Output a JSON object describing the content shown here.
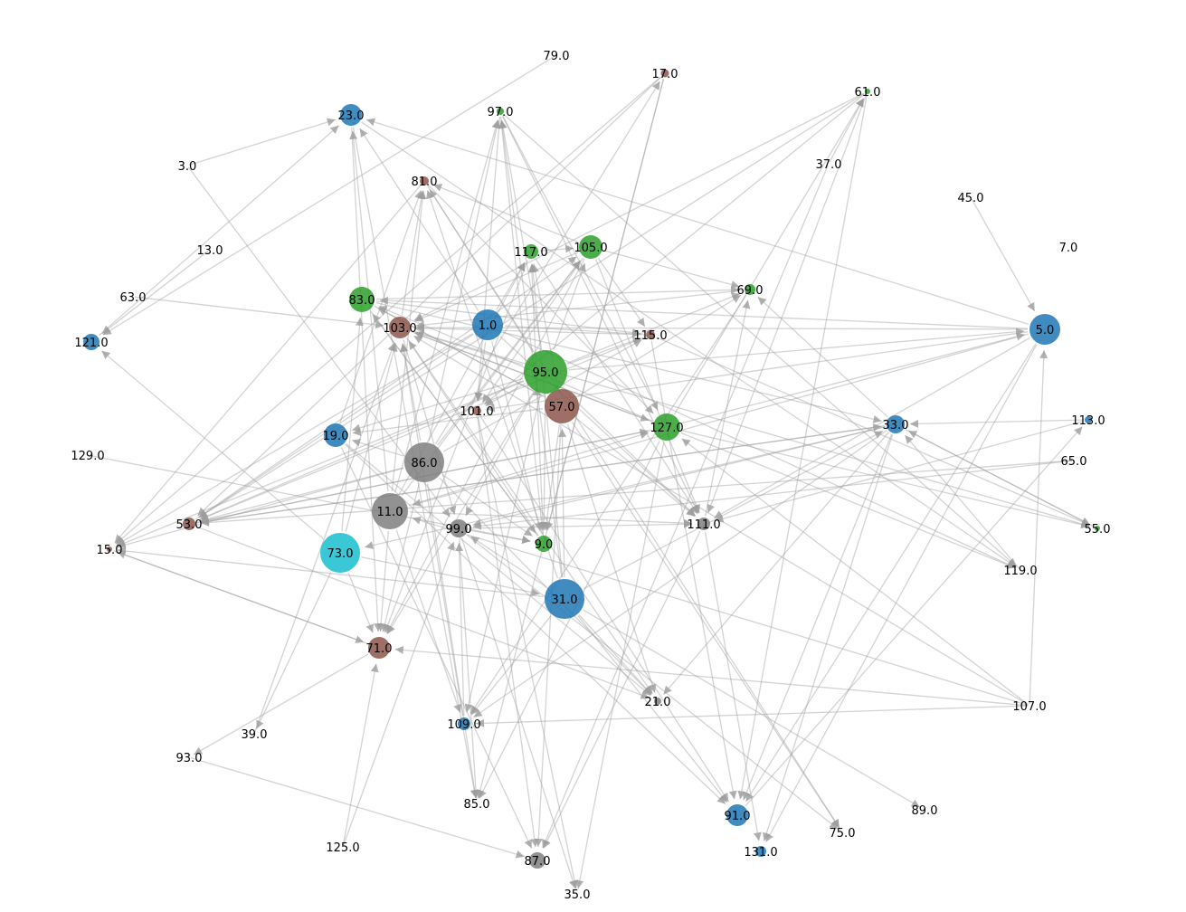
{
  "colors": {
    "blue": "#1f77b4",
    "green": "#2ca02c",
    "brown": "#8c564b",
    "gray": "#7f7f7f",
    "cyan": "#17becf",
    "edge": "#9e9e9e"
  },
  "nodes": [
    {
      "id": "1.0",
      "color": "blue",
      "size": 34
    },
    {
      "id": "3.0",
      "color": "none",
      "size": 0
    },
    {
      "id": "5.0",
      "color": "blue",
      "size": 34
    },
    {
      "id": "7.0",
      "color": "none",
      "size": 0
    },
    {
      "id": "9.0",
      "color": "green",
      "size": 18
    },
    {
      "id": "11.0",
      "color": "gray",
      "size": 40
    },
    {
      "id": "13.0",
      "color": "none",
      "size": 0
    },
    {
      "id": "15.0",
      "color": "brown",
      "size": 6
    },
    {
      "id": "17.0",
      "color": "brown",
      "size": 9
    },
    {
      "id": "19.0",
      "color": "blue",
      "size": 26
    },
    {
      "id": "21.0",
      "color": "gray",
      "size": 8
    },
    {
      "id": "23.0",
      "color": "blue",
      "size": 24
    },
    {
      "id": "31.0",
      "color": "blue",
      "size": 44
    },
    {
      "id": "33.0",
      "color": "blue",
      "size": 20
    },
    {
      "id": "35.0",
      "color": "none",
      "size": 0
    },
    {
      "id": "37.0",
      "color": "none",
      "size": 0
    },
    {
      "id": "39.0",
      "color": "none",
      "size": 0
    },
    {
      "id": "45.0",
      "color": "none",
      "size": 0
    },
    {
      "id": "53.0",
      "color": "brown",
      "size": 14
    },
    {
      "id": "55.0",
      "color": "green",
      "size": 6
    },
    {
      "id": "57.0",
      "color": "brown",
      "size": 38
    },
    {
      "id": "61.0",
      "color": "green",
      "size": 6
    },
    {
      "id": "63.0",
      "color": "none",
      "size": 0
    },
    {
      "id": "65.0",
      "color": "none",
      "size": 0
    },
    {
      "id": "69.0",
      "color": "green",
      "size": 12
    },
    {
      "id": "71.0",
      "color": "brown",
      "size": 24
    },
    {
      "id": "73.0",
      "color": "cyan",
      "size": 44
    },
    {
      "id": "75.0",
      "color": "none",
      "size": 0
    },
    {
      "id": "79.0",
      "color": "none",
      "size": 0
    },
    {
      "id": "81.0",
      "color": "brown",
      "size": 10
    },
    {
      "id": "83.0",
      "color": "green",
      "size": 28
    },
    {
      "id": "85.0",
      "color": "none",
      "size": 0
    },
    {
      "id": "86.0",
      "color": "gray",
      "size": 44
    },
    {
      "id": "87.0",
      "color": "gray",
      "size": 18
    },
    {
      "id": "89.0",
      "color": "none",
      "size": 0
    },
    {
      "id": "91.0",
      "color": "blue",
      "size": 24
    },
    {
      "id": "93.0",
      "color": "none",
      "size": 0
    },
    {
      "id": "95.0",
      "color": "green",
      "size": 48
    },
    {
      "id": "97.0",
      "color": "green",
      "size": 8
    },
    {
      "id": "99.0",
      "color": "gray",
      "size": 20
    },
    {
      "id": "101.0",
      "color": "brown",
      "size": 10
    },
    {
      "id": "103.0",
      "color": "brown",
      "size": 24
    },
    {
      "id": "105.0",
      "color": "green",
      "size": 26
    },
    {
      "id": "107.0",
      "color": "none",
      "size": 0
    },
    {
      "id": "109.0",
      "color": "blue",
      "size": 14
    },
    {
      "id": "111.0",
      "color": "gray",
      "size": 14
    },
    {
      "id": "113.0",
      "color": "blue",
      "size": 8
    },
    {
      "id": "115.0",
      "color": "brown",
      "size": 10
    },
    {
      "id": "117.0",
      "color": "green",
      "size": 16
    },
    {
      "id": "119.0",
      "color": "none",
      "size": 0
    },
    {
      "id": "121.0",
      "color": "blue",
      "size": 18
    },
    {
      "id": "125.0",
      "color": "none",
      "size": 0
    },
    {
      "id": "127.0",
      "color": "green",
      "size": 30
    },
    {
      "id": "129.0",
      "color": "none",
      "size": 0
    },
    {
      "id": "131.0",
      "color": "blue",
      "size": 12
    }
  ],
  "edges": [
    [
      "3.0",
      "23.0"
    ],
    [
      "3.0",
      "99.0"
    ],
    [
      "13.0",
      "121.0"
    ],
    [
      "63.0",
      "103.0"
    ],
    [
      "79.0",
      "121.0"
    ],
    [
      "45.0",
      "5.0"
    ],
    [
      "73.0",
      "121.0"
    ],
    [
      "73.0",
      "39.0"
    ],
    [
      "73.0",
      "31.0"
    ],
    [
      "73.0",
      "103.0"
    ],
    [
      "73.0",
      "83.0"
    ],
    [
      "73.0",
      "71.0"
    ],
    [
      "11.0",
      "81.0"
    ],
    [
      "11.0",
      "105.0"
    ],
    [
      "11.0",
      "127.0"
    ],
    [
      "11.0",
      "71.0"
    ],
    [
      "11.0",
      "109.0"
    ],
    [
      "11.0",
      "23.0"
    ],
    [
      "11.0",
      "111.0"
    ],
    [
      "11.0",
      "117.0"
    ],
    [
      "11.0",
      "97.0"
    ],
    [
      "86.0",
      "53.0"
    ],
    [
      "86.0",
      "15.0"
    ],
    [
      "86.0",
      "103.0"
    ],
    [
      "86.0",
      "97.0"
    ],
    [
      "86.0",
      "17.0"
    ],
    [
      "86.0",
      "71.0"
    ],
    [
      "86.0",
      "85.0"
    ],
    [
      "86.0",
      "105.0"
    ],
    [
      "86.0",
      "19.0"
    ],
    [
      "86.0",
      "9.0"
    ],
    [
      "86.0",
      "115.0"
    ],
    [
      "86.0",
      "21.0"
    ],
    [
      "95.0",
      "81.0"
    ],
    [
      "95.0",
      "97.0"
    ],
    [
      "95.0",
      "5.0"
    ],
    [
      "95.0",
      "53.0"
    ],
    [
      "95.0",
      "15.0"
    ],
    [
      "95.0",
      "111.0"
    ],
    [
      "95.0",
      "9.0"
    ],
    [
      "95.0",
      "103.0"
    ],
    [
      "95.0",
      "101.0"
    ],
    [
      "95.0",
      "99.0"
    ],
    [
      "95.0",
      "109.0"
    ],
    [
      "95.0",
      "71.0"
    ],
    [
      "95.0",
      "69.0"
    ],
    [
      "95.0",
      "115.0"
    ],
    [
      "95.0",
      "19.0"
    ],
    [
      "95.0",
      "105.0"
    ],
    [
      "57.0",
      "83.0"
    ],
    [
      "57.0",
      "69.0"
    ],
    [
      "57.0",
      "9.0"
    ],
    [
      "57.0",
      "21.0"
    ],
    [
      "57.0",
      "87.0"
    ],
    [
      "57.0",
      "75.0"
    ],
    [
      "57.0",
      "19.0"
    ],
    [
      "57.0",
      "117.0"
    ],
    [
      "57.0",
      "111.0"
    ],
    [
      "31.0",
      "81.0"
    ],
    [
      "31.0",
      "97.0"
    ],
    [
      "31.0",
      "117.0"
    ],
    [
      "31.0",
      "91.0"
    ],
    [
      "31.0",
      "89.0"
    ],
    [
      "31.0",
      "15.0"
    ],
    [
      "31.0",
      "109.0"
    ],
    [
      "31.0",
      "21.0"
    ],
    [
      "31.0",
      "99.0"
    ],
    [
      "31.0",
      "33.0"
    ],
    [
      "31.0",
      "57.0"
    ],
    [
      "1.0",
      "117.0"
    ],
    [
      "1.0",
      "101.0"
    ],
    [
      "1.0",
      "111.0"
    ],
    [
      "1.0",
      "9.0"
    ],
    [
      "1.0",
      "23.0"
    ],
    [
      "1.0",
      "15.0"
    ],
    [
      "1.0",
      "53.0"
    ],
    [
      "1.0",
      "119.0"
    ],
    [
      "1.0",
      "115.0"
    ],
    [
      "103.0",
      "55.0"
    ],
    [
      "103.0",
      "81.0"
    ],
    [
      "103.0",
      "127.0"
    ],
    [
      "103.0",
      "21.0"
    ],
    [
      "103.0",
      "99.0"
    ],
    [
      "83.0",
      "115.0"
    ],
    [
      "83.0",
      "9.0"
    ],
    [
      "83.0",
      "57.0"
    ],
    [
      "83.0",
      "69.0"
    ],
    [
      "83.0",
      "33.0"
    ],
    [
      "127.0",
      "5.0"
    ],
    [
      "127.0",
      "55.0"
    ],
    [
      "127.0",
      "119.0"
    ],
    [
      "127.0",
      "61.0"
    ],
    [
      "127.0",
      "85.0"
    ],
    [
      "127.0",
      "35.0"
    ],
    [
      "127.0",
      "103.0"
    ],
    [
      "127.0",
      "83.0"
    ],
    [
      "127.0",
      "53.0"
    ],
    [
      "5.0",
      "83.0"
    ],
    [
      "5.0",
      "103.0"
    ],
    [
      "5.0",
      "101.0"
    ],
    [
      "5.0",
      "91.0"
    ],
    [
      "5.0",
      "131.0"
    ],
    [
      "5.0",
      "23.0"
    ],
    [
      "5.0",
      "111.0"
    ],
    [
      "5.0",
      "11.0"
    ],
    [
      "33.0",
      "91.0"
    ],
    [
      "33.0",
      "131.0"
    ],
    [
      "33.0",
      "21.0"
    ],
    [
      "33.0",
      "53.0"
    ],
    [
      "33.0",
      "55.0"
    ],
    [
      "33.0",
      "69.0"
    ],
    [
      "33.0",
      "109.0"
    ],
    [
      "33.0",
      "73.0"
    ],
    [
      "33.0",
      "99.0"
    ],
    [
      "113.0",
      "33.0"
    ],
    [
      "91.0",
      "113.0"
    ],
    [
      "65.0",
      "99.0"
    ],
    [
      "65.0",
      "53.0"
    ],
    [
      "107.0",
      "109.0"
    ],
    [
      "107.0",
      "71.0"
    ],
    [
      "107.0",
      "5.0"
    ],
    [
      "107.0",
      "127.0"
    ],
    [
      "107.0",
      "103.0"
    ],
    [
      "107.0",
      "11.0"
    ],
    [
      "125.0",
      "71.0"
    ],
    [
      "125.0",
      "99.0"
    ],
    [
      "93.0",
      "87.0"
    ],
    [
      "71.0",
      "93.0"
    ],
    [
      "71.0",
      "15.0"
    ],
    [
      "15.0",
      "71.0"
    ],
    [
      "129.0",
      "9.0"
    ],
    [
      "19.0",
      "81.0"
    ],
    [
      "19.0",
      "87.0"
    ],
    [
      "19.0",
      "21.0"
    ],
    [
      "19.0",
      "91.0"
    ],
    [
      "105.0",
      "69.0"
    ],
    [
      "105.0",
      "101.0"
    ],
    [
      "105.0",
      "81.0"
    ],
    [
      "105.0",
      "115.0"
    ],
    [
      "105.0",
      "111.0"
    ],
    [
      "105.0",
      "71.0"
    ],
    [
      "105.0",
      "103.0"
    ],
    [
      "117.0",
      "71.0"
    ],
    [
      "117.0",
      "105.0"
    ],
    [
      "117.0",
      "111.0"
    ],
    [
      "97.0",
      "101.0"
    ],
    [
      "97.0",
      "9.0"
    ],
    [
      "97.0",
      "111.0"
    ],
    [
      "97.0",
      "119.0"
    ],
    [
      "97.0",
      "127.0"
    ],
    [
      "17.0",
      "15.0"
    ],
    [
      "17.0",
      "9.0"
    ],
    [
      "17.0",
      "53.0"
    ],
    [
      "17.0",
      "85.0"
    ],
    [
      "61.0",
      "101.0"
    ],
    [
      "61.0",
      "53.0"
    ],
    [
      "61.0",
      "111.0"
    ],
    [
      "61.0",
      "91.0"
    ],
    [
      "61.0",
      "103.0"
    ],
    [
      "37.0",
      "87.0"
    ],
    [
      "37.0",
      "61.0"
    ],
    [
      "111.0",
      "131.0"
    ],
    [
      "111.0",
      "87.0"
    ],
    [
      "111.0",
      "69.0"
    ],
    [
      "101.0",
      "87.0"
    ],
    [
      "101.0",
      "91.0"
    ],
    [
      "101.0",
      "35.0"
    ],
    [
      "99.0",
      "35.0"
    ],
    [
      "99.0",
      "85.0"
    ],
    [
      "99.0",
      "9.0"
    ],
    [
      "99.0",
      "75.0"
    ],
    [
      "99.0",
      "111.0"
    ],
    [
      "69.0",
      "109.0"
    ],
    [
      "69.0",
      "103.0"
    ],
    [
      "115.0",
      "53.0"
    ],
    [
      "115.0",
      "103.0"
    ],
    [
      "115.0",
      "91.0"
    ],
    [
      "115.0",
      "55.0"
    ],
    [
      "9.0",
      "117.0"
    ],
    [
      "9.0",
      "83.0"
    ],
    [
      "9.0",
      "103.0"
    ],
    [
      "23.0",
      "85.0"
    ],
    [
      "23.0",
      "119.0"
    ],
    [
      "23.0",
      "71.0"
    ],
    [
      "81.0",
      "127.0"
    ],
    [
      "81.0",
      "75.0"
    ],
    [
      "81.0",
      "15.0"
    ],
    [
      "53.0",
      "33.0"
    ],
    [
      "53.0",
      "21.0"
    ],
    [
      "53.0",
      "105.0"
    ],
    [
      "53.0",
      "127.0"
    ],
    [
      "39.0",
      "103.0"
    ],
    [
      "109.0",
      "99.0"
    ],
    [
      "109.0",
      "103.0"
    ],
    [
      "121.0",
      "23.0"
    ],
    [
      "113.0",
      "111.0"
    ],
    [
      "55.0",
      "33.0"
    ],
    [
      "119.0",
      "33.0"
    ]
  ]
}
